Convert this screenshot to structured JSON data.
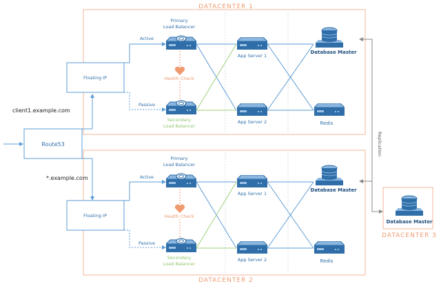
{
  "datacenters": {
    "dc1": "DATACENTER 1",
    "dc2": "DATACENTER 2",
    "dc3": "DATACENTER 3"
  },
  "route53": "Route53",
  "domains": {
    "client1": "client1.example.com",
    "wildcard": "*.example.com"
  },
  "replication": "Replication",
  "site": {
    "floating_ip": "Floating IP",
    "active": "Active",
    "passive": "Passive",
    "primary_lb": [
      "Primary",
      "Load Balancer"
    ],
    "secondary_lb": [
      "Secondary",
      "Load Balancer"
    ],
    "health_check": "Health Check",
    "app_server_1": "App Server 1",
    "app_server_2": "App Server 2",
    "database_master": "Database Master",
    "redis": "Redis"
  },
  "colors": {
    "blue": "#2f6ea8",
    "light_blue_line": "#5b9bd5",
    "orange": "#ef9a6f",
    "green": "#9fcf7a",
    "dark_navy": "#1f4e7d"
  },
  "icons": [
    "server-icon",
    "database-icon",
    "heart-icon"
  ]
}
